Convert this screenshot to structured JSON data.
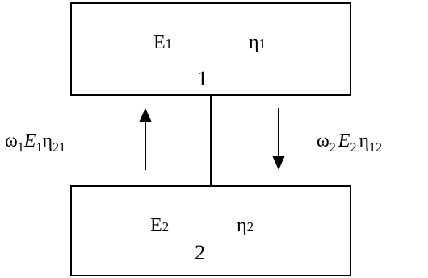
{
  "system_1": {
    "energy_symbol": "E",
    "energy_index": "1",
    "loss_symbol": "η",
    "loss_index": "1",
    "number": "1"
  },
  "system_2": {
    "energy_symbol": "E",
    "energy_index": "2",
    "loss_symbol": "η",
    "loss_index": "2",
    "number": "2"
  },
  "flow_up": {
    "freq_symbol": "ω",
    "freq_index": "1",
    "energy_symbol": "E",
    "energy_index": "1",
    "coupling_symbol": "η",
    "coupling_index": "21"
  },
  "flow_down": {
    "freq_symbol": "ω",
    "freq_index": "2",
    "energy_symbol": "E",
    "energy_index": "2",
    "coupling_symbol": "η",
    "coupling_index": "12"
  }
}
